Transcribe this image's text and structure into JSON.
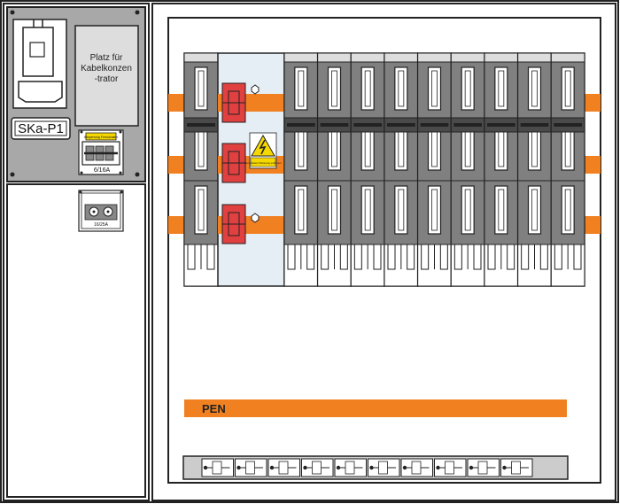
{
  "left_panel": {
    "label": "SKa-P1",
    "placeholder_lines": [
      "Platz für",
      "Kabelkonzen",
      "-trator"
    ],
    "sicherung_rating": "6/16A",
    "sicherung_warning": "Absperrung Fernschalter",
    "socket_rating": "16/25A"
  },
  "right_panel": {
    "pen_label": "PEN",
    "warning_text": "Bei Arbeiten Sicherung entfernen",
    "fuse_units": 10,
    "pen_terminals": 10
  },
  "colors": {
    "busbar": "#f08020",
    "fuse_body": "#808080",
    "fuse_dark": "#4a4a4a",
    "red_switch": "#e04040",
    "cover": "#e6eef5",
    "warning_yellow": "#f5d800",
    "outline": "#222222"
  }
}
